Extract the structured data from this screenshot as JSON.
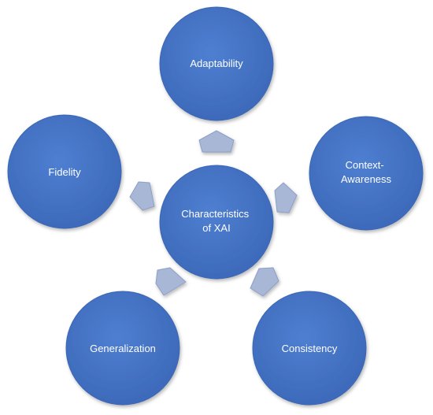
{
  "diagram": {
    "center": {
      "lines": [
        "Characteristics",
        "of XAI"
      ]
    },
    "nodes": [
      {
        "id": "adaptability",
        "lines": [
          "Adaptability"
        ]
      },
      {
        "id": "context-awareness",
        "lines": [
          "Context-",
          "Awareness"
        ]
      },
      {
        "id": "consistency",
        "lines": [
          "Consistency"
        ]
      },
      {
        "id": "generalization",
        "lines": [
          "Generalization"
        ]
      },
      {
        "id": "fidelity",
        "lines": [
          "Fidelity"
        ]
      }
    ],
    "colors": {
      "circle_fill": "#4472c4",
      "circle_stroke": "#3a66b5",
      "arrow_fill": "#a9b7d6",
      "arrow_stroke": "#8d9fc6",
      "text": "#ffffff"
    }
  }
}
